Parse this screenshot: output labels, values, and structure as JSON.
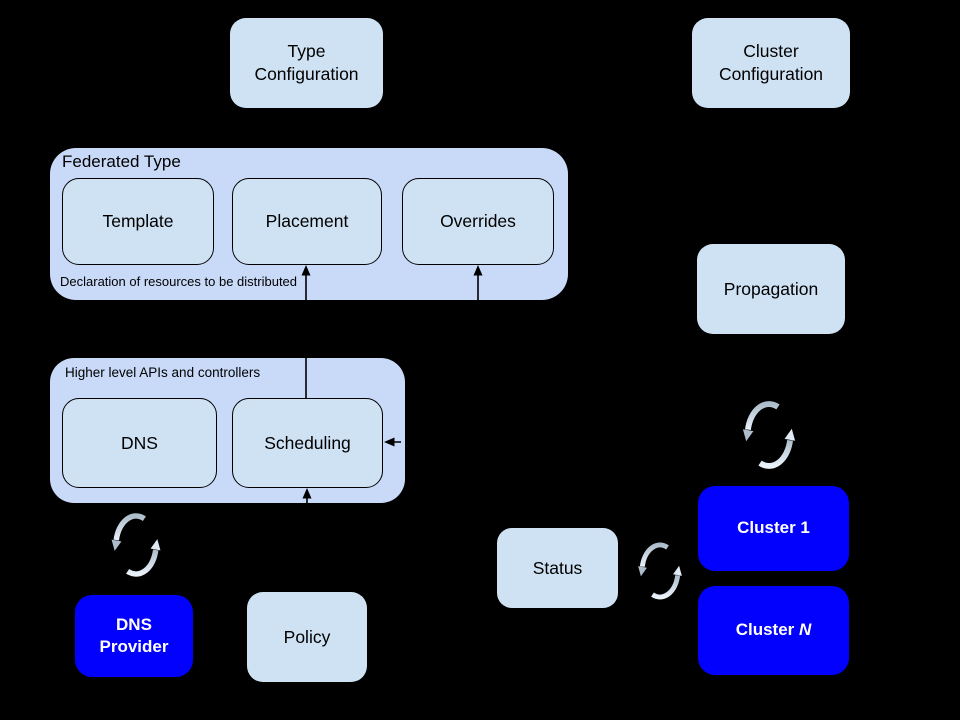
{
  "colors": {
    "background": "#000000",
    "container_fill": "#c9daf8",
    "box_fill": "#cfe2f3",
    "cluster_fill": "#0101fd",
    "box_text": "#000000",
    "cluster_text": "#ffffff",
    "sync_icon_light": "#e8f1f9",
    "sync_icon_dark": "#aebdcb",
    "connector": "#000000"
  },
  "icons": {
    "sync": "circular-sync-arrows"
  },
  "nodes": {
    "type_configuration": {
      "label": "Type\nConfiguration"
    },
    "cluster_configuration": {
      "label": "Cluster\nConfiguration"
    },
    "federated_type": {
      "title": "Federated Type",
      "caption": "Declaration of resources to be distributed",
      "template": "Template",
      "placement": "Placement",
      "overrides": "Overrides"
    },
    "propagation": {
      "label": "Propagation"
    },
    "higher_level": {
      "title": "Higher level APIs and controllers",
      "dns": "DNS",
      "scheduling": "Scheduling"
    },
    "status": {
      "label": "Status"
    },
    "policy": {
      "label": "Policy"
    },
    "dns_provider": {
      "label": "DNS\nProvider"
    },
    "cluster_1": {
      "label": "Cluster 1"
    },
    "cluster_n": {
      "prefix": "Cluster ",
      "suffix": "N"
    }
  }
}
